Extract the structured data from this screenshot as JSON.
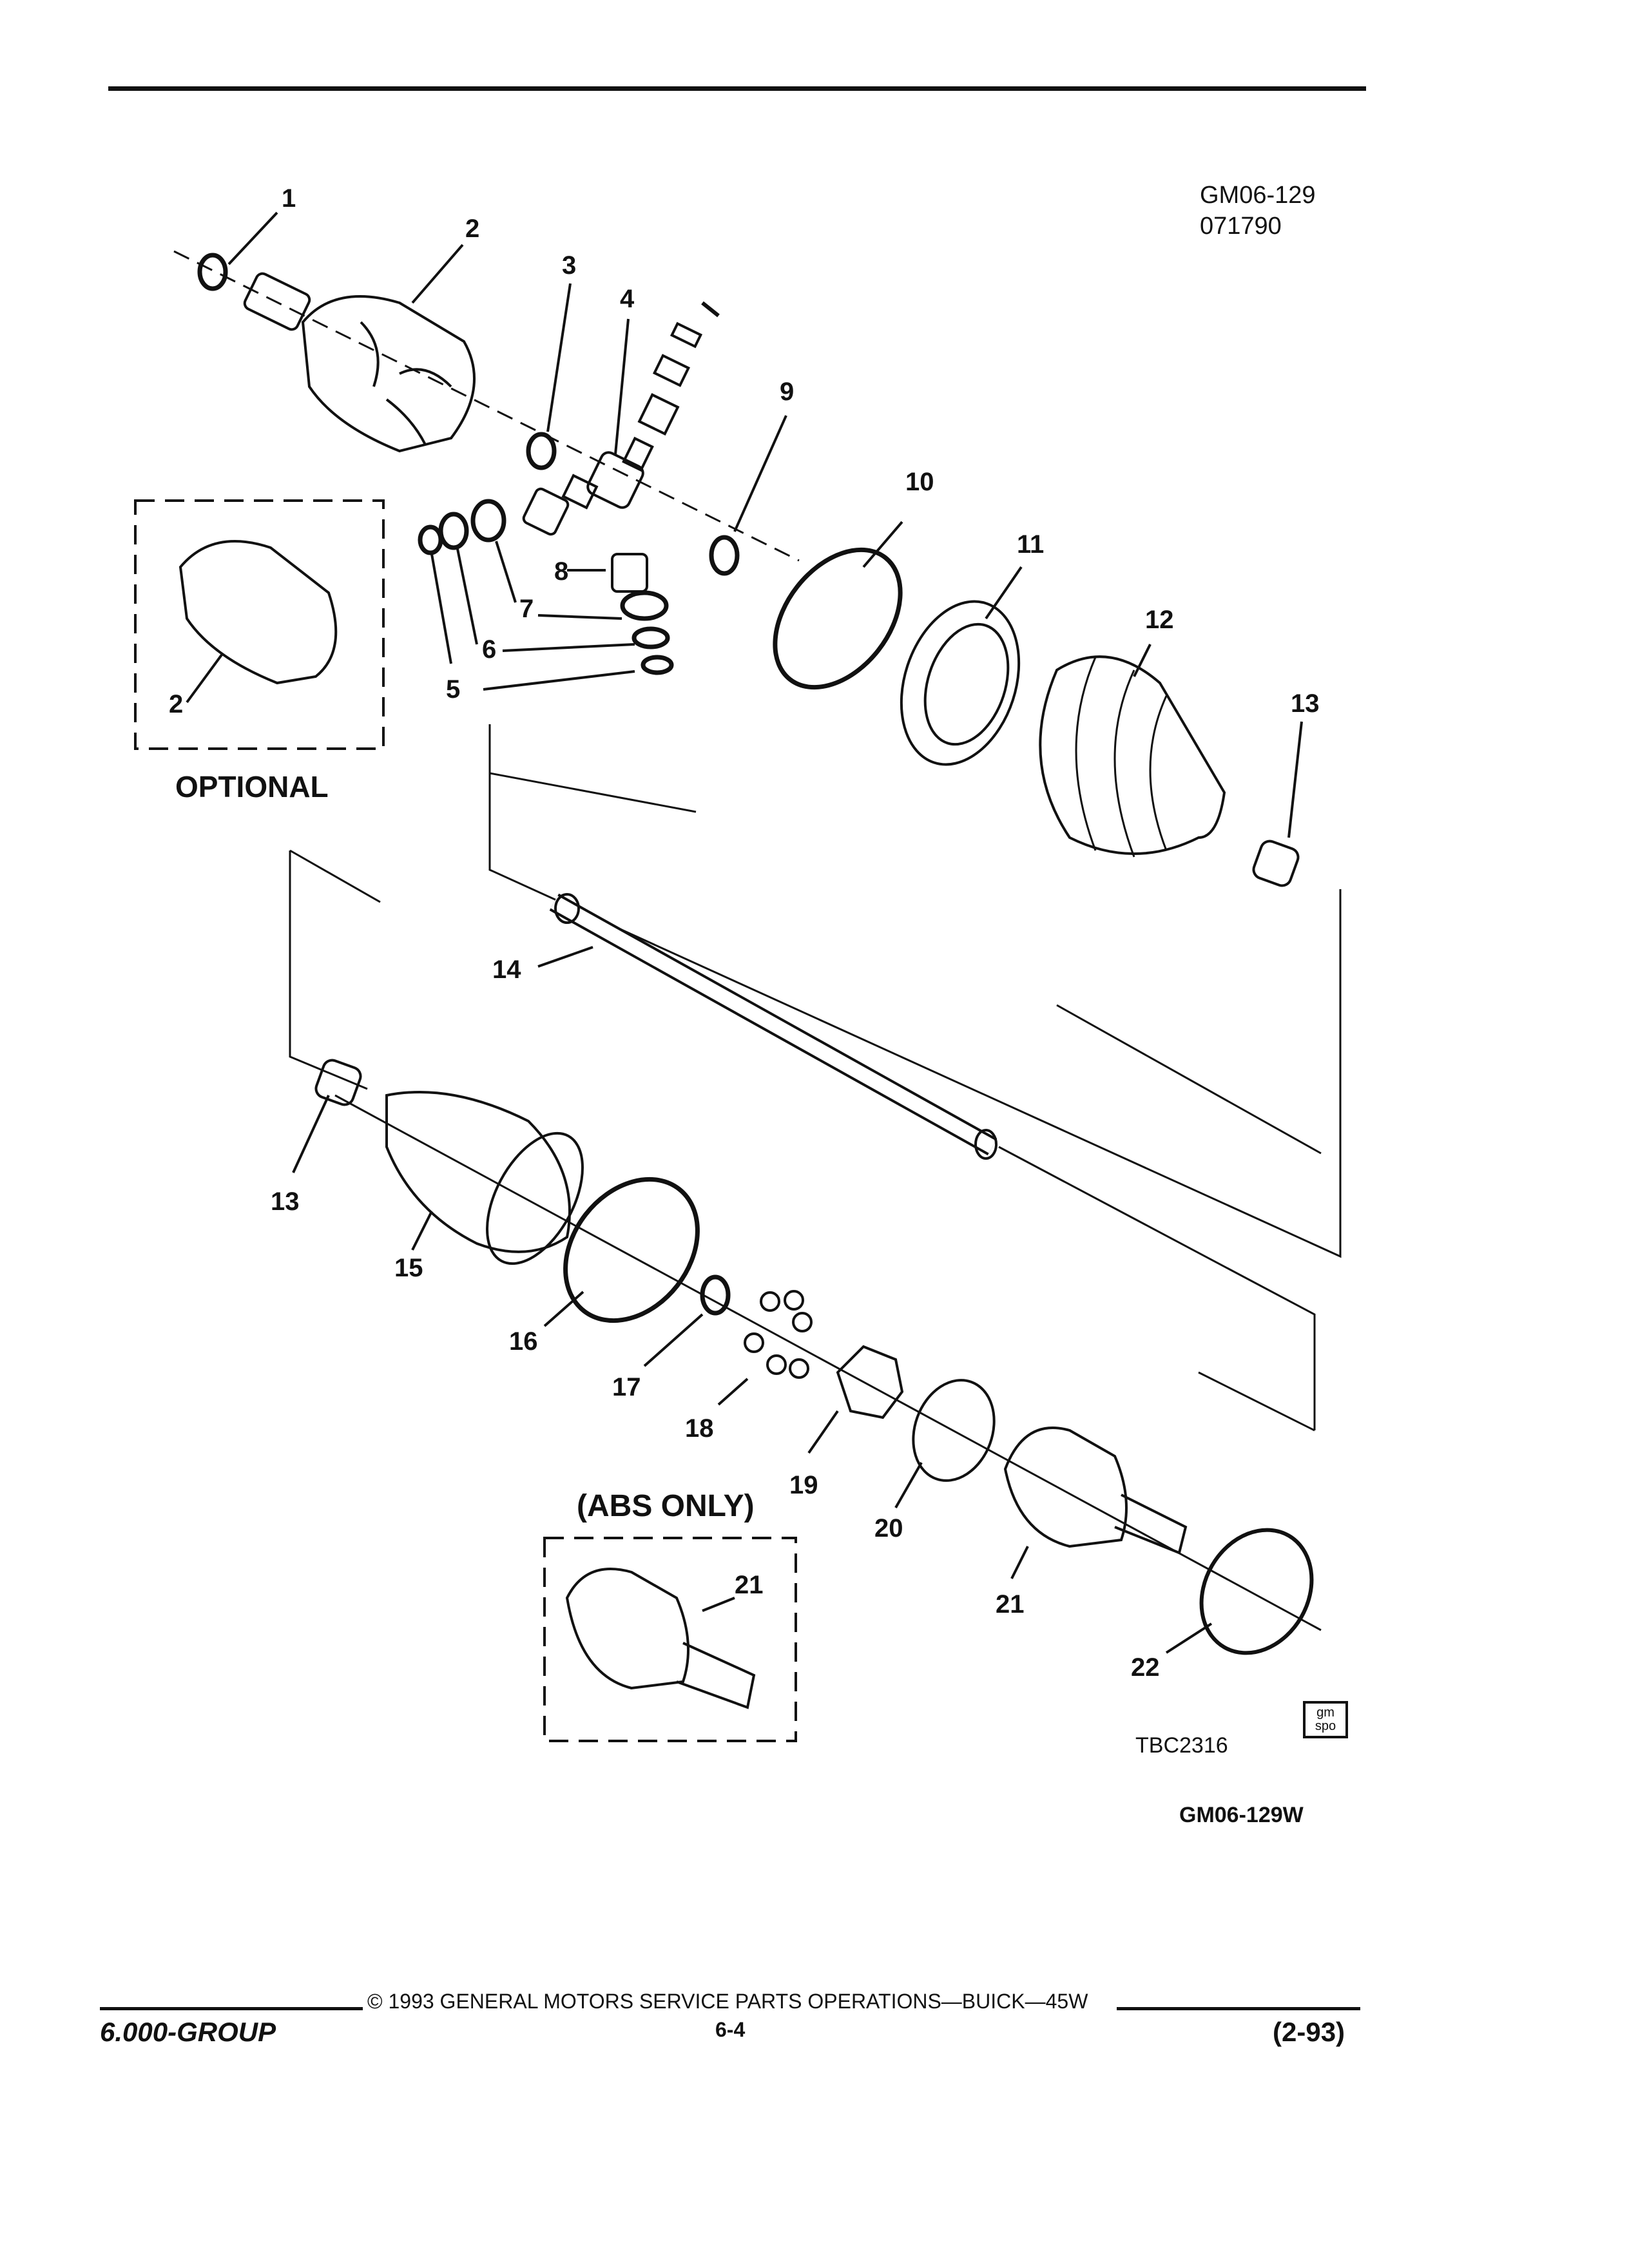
{
  "header": {
    "figure_code": "GM06-129",
    "date_code": "071790"
  },
  "labels": {
    "l1": "1",
    "l2": "2",
    "l3": "3",
    "l4": "4",
    "l5": "5",
    "l6": "6",
    "l7": "7",
    "l8": "8",
    "l9": "9",
    "l10": "10",
    "l11": "11",
    "l12": "12",
    "l13a": "13",
    "l13b": "13",
    "l14": "14",
    "l15": "15",
    "l16": "16",
    "l17": "17",
    "l18": "18",
    "l19": "19",
    "l20": "20",
    "l21a": "21",
    "l21b": "21",
    "l22": "22",
    "l2opt": "2"
  },
  "insets": {
    "optional": "OPTIONAL",
    "abs_only": "(ABS ONLY)"
  },
  "figure_refs": {
    "illustration_code": "TBC2316",
    "figure_id": "GM06-129W",
    "logo_top": "gm",
    "logo_bottom": "spo"
  },
  "footer": {
    "group": "6.000-GROUP",
    "copyright": "© 1993 GENERAL MOTORS SERVICE PARTS OPERATIONS—BUICK—45W",
    "page": "6-4",
    "revision": "(2-93)"
  }
}
